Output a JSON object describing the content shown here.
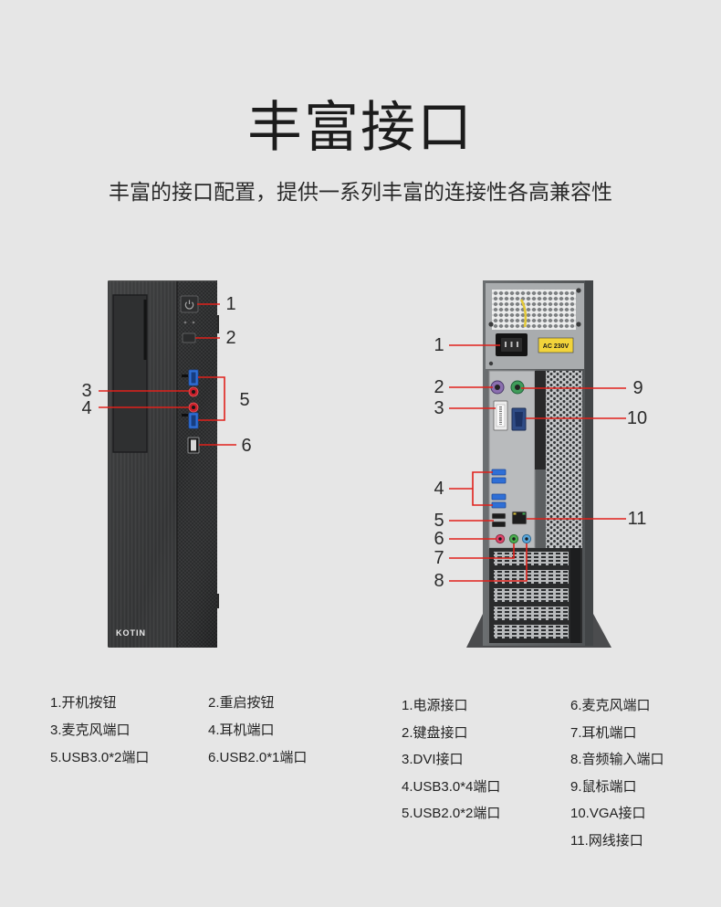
{
  "title": "丰富接口",
  "subtitle": "丰富的接口配置，提供一系列丰富的连接性各高兼容性",
  "colors": {
    "background": "#e6e6e6",
    "callout_line": "#e0211b",
    "text": "#1f1f1f",
    "usb3_blue": "#2f6fd6",
    "audio_red": "#c8202a"
  },
  "front_device": {
    "brand": "KOTIN",
    "power_button_icon": "power-icon",
    "callouts": [
      "1",
      "2",
      "3",
      "4",
      "5",
      "6"
    ]
  },
  "rear_device": {
    "psu_label": "AC 230V",
    "callouts": [
      "1",
      "2",
      "3",
      "4",
      "5",
      "6",
      "7",
      "8",
      "9",
      "10",
      "11"
    ]
  },
  "front_legend": {
    "column_1": [
      "1.开机按钮",
      "3.麦克风端口",
      "5.USB3.0*2端口"
    ],
    "column_2": [
      "2.重启按钮",
      "4.耳机端口",
      "6.USB2.0*1端口"
    ]
  },
  "rear_legend": {
    "column_1": [
      "1.电源接口",
      "2.键盘接口",
      "3.DVI接口",
      "4.USB3.0*4端口",
      "5.USB2.0*2端口"
    ],
    "column_2": [
      "6.麦克风端口",
      "7.耳机端口",
      "8.音频输入端口",
      "9.鼠标端口",
      "10.VGA接口",
      "11.网线接口"
    ]
  }
}
